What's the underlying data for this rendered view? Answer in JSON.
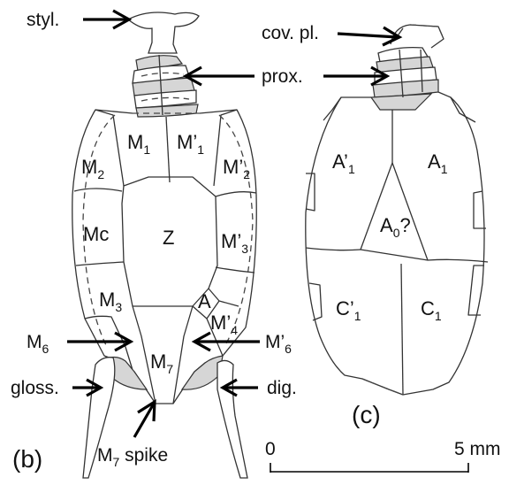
{
  "labels": {
    "styl": "styl.",
    "cov_pl": "cov. pl.",
    "prox": "prox.",
    "m6": "M",
    "m6_sub": "6",
    "m6_prime": "M’",
    "m6_prime_sub": "6",
    "gloss": "gloss.",
    "dig": "dig.",
    "m7_spike": "M",
    "m7_spike_sub": "7",
    "m7_spike_word": " spike",
    "panel_b": "(b)",
    "panel_c": "(c)"
  },
  "plates_b": {
    "m1": "M",
    "m1_sub": "1",
    "m1p": "M’",
    "m1p_sub": "1",
    "m2": "M",
    "m2_sub": "2",
    "m2p": "M’",
    "m2p_sub": "2",
    "mc": "Mc",
    "z": "Z",
    "m3p": "M’",
    "m3p_sub": "3",
    "m3": "M",
    "m3_sub": "3",
    "a": "A",
    "m4p": "M’",
    "m4p_sub": "4",
    "m7": "M",
    "m7_sub": "7"
  },
  "plates_c": {
    "a1p": "A’",
    "a1p_sub": "1",
    "a1": "A",
    "a1_sub": "1",
    "a0": "A",
    "a0_sub": "0",
    "a0_suffix": "?",
    "c1p": "C’",
    "c1p_sub": "1",
    "c1": "C",
    "c1_sub": "1"
  },
  "scale_bar": {
    "start_label": "0",
    "end_label": "5 mm"
  }
}
